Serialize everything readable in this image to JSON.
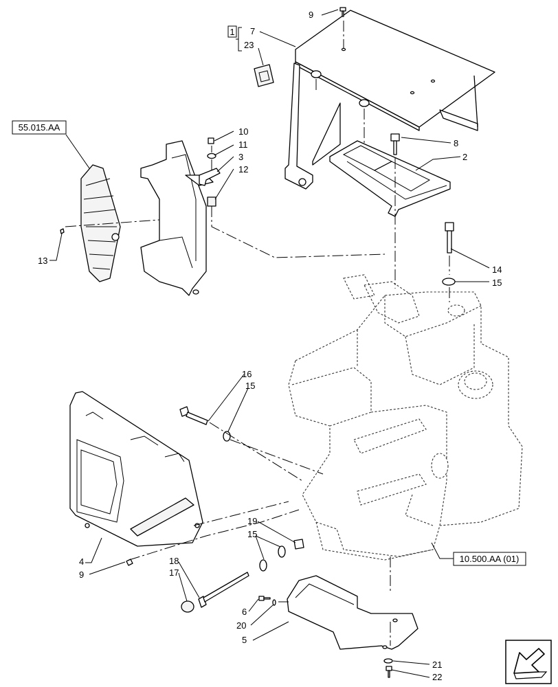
{
  "references": {
    "electrical": "55.015.AA",
    "hydraulic": "10.500.AA (01)"
  },
  "kit": {
    "box_label": "1",
    "items": [
      "7",
      "23"
    ]
  },
  "callouts": {
    "c9_top": "9",
    "c10": "10",
    "c11": "11",
    "c3": "3",
    "c12": "12",
    "c8": "8",
    "c2": "2",
    "c13": "13",
    "c14": "14",
    "c15_right": "15",
    "c16": "16",
    "c15_mid": "15",
    "c4": "4",
    "c9_bottom": "9",
    "c19": "19",
    "c15_low": "15",
    "c18": "18",
    "c17": "17",
    "c6": "6",
    "c20": "20",
    "c5": "5",
    "c21": "21",
    "c22": "22"
  },
  "icons": {
    "navigation": "arrow-back-icon"
  }
}
